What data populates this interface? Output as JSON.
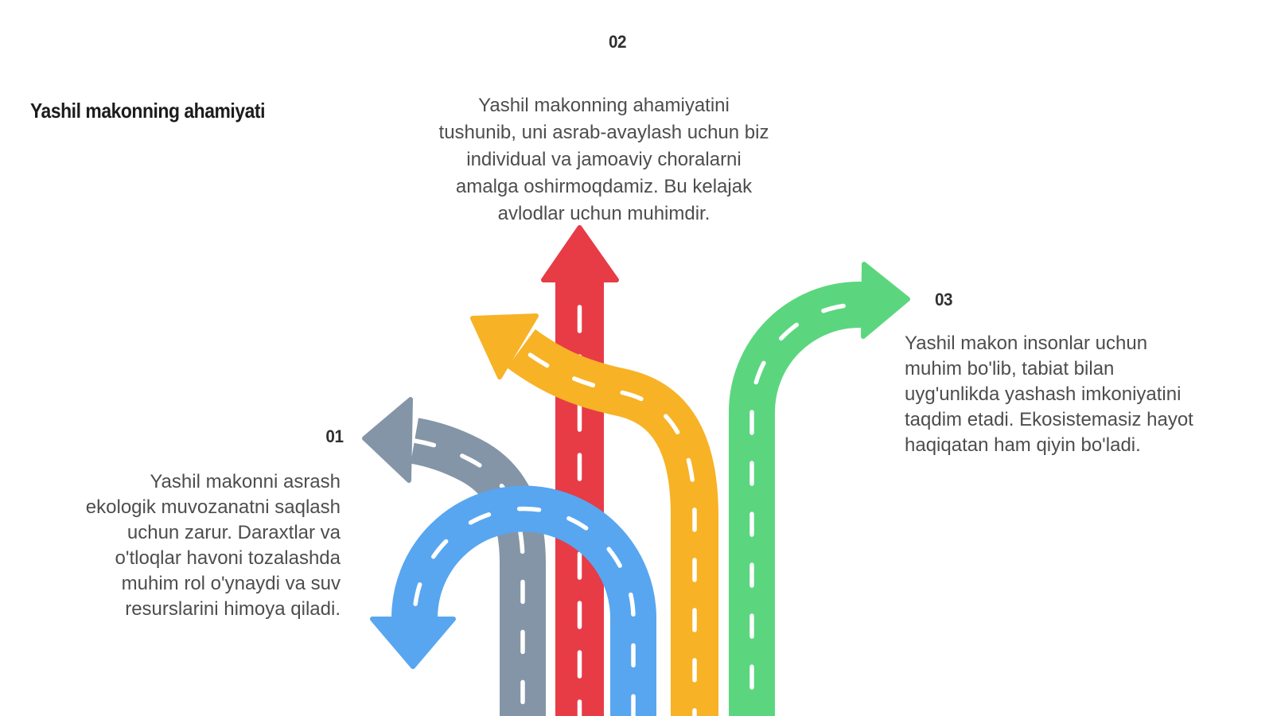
{
  "title": {
    "text": "Yashil makonning ahamiyati"
  },
  "steps": [
    {
      "label": "01",
      "text": "Yashil makonni asrash\nekologik muvozanatni saqlash\nuchun zarur. Daraxtlar va\no'tloqlar havoni tozalashda\nmuhim rol o'ynaydi va suv\nresurslarini himoya qiladi."
    },
    {
      "label": "02",
      "text": "Yashil makonning ahamiyatini\ntushunib, uni asrab-avaylash uchun biz\nindividual va jamoaviy choralarni\namalga oshirmoqdamiz. Bu kelajak\navlodlar uchun muhimdir."
    },
    {
      "label": "03",
      "text": "Yashil makon insonlar uchun\nmuhim bo'lib, tabiat bilan\nuyg'unlikda yashash imkoniyatini\ntaqdim etadi. Ekosistemasiz hayot\nhaqiqatan ham qiyin bo'ladi."
    }
  ],
  "arrows": [
    {
      "icon": "road-arrow-up-icon",
      "color_key": "road_red"
    },
    {
      "icon": "road-arrow-left-icon",
      "color_key": "road_gray"
    },
    {
      "icon": "road-arrow-up-left-icon",
      "color_key": "road_yellow"
    },
    {
      "icon": "road-arrow-right-icon",
      "color_key": "road_green"
    },
    {
      "icon": "road-arrow-down-icon",
      "color_key": "road_blue"
    }
  ],
  "colors": {
    "background": "#FFFFFF",
    "road_red": "#E73B46",
    "road_gray": "#8495A7",
    "road_yellow": "#F7B226",
    "road_green": "#5BD67F",
    "road_blue": "#58A6F0",
    "road_dash": "#FFFFFF",
    "title": "#1C1C1C",
    "label": "#303030",
    "paragraph": "#4D4D4D"
  }
}
